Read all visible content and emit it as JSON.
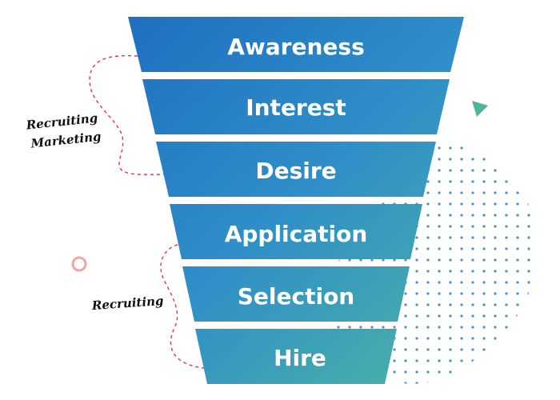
{
  "funnel": {
    "stages": [
      {
        "label": "Awareness"
      },
      {
        "label": "Interest"
      },
      {
        "label": "Desire"
      },
      {
        "label": "Application"
      },
      {
        "label": "Selection"
      },
      {
        "label": "Hire"
      }
    ],
    "gradient_colors": [
      "#1f6fc0",
      "#2f8fc8",
      "#4db4a3"
    ]
  },
  "brackets": {
    "recruiting_marketing": {
      "line1": "Recruiting",
      "line2": "Marketing"
    },
    "recruiting": {
      "label": "Recruiting"
    },
    "dash_color": "#e0424a"
  },
  "decorations": {
    "triangle_color": "#4cb69a",
    "ring_color": "#f2a3a6",
    "dot_color": "#4a90d0"
  }
}
